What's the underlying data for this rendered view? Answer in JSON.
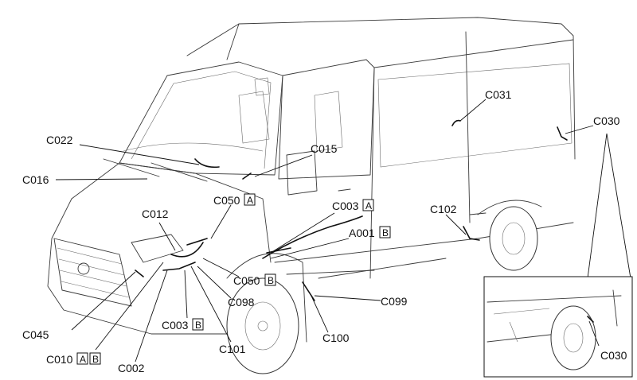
{
  "diagram": {
    "connectors": [
      {
        "id": "c022",
        "code": "C022",
        "boxes": []
      },
      {
        "id": "c015",
        "code": "C015",
        "boxes": []
      },
      {
        "id": "c016",
        "code": "C016",
        "boxes": []
      },
      {
        "id": "c050a",
        "code": "C050",
        "boxes": [
          "A"
        ]
      },
      {
        "id": "c003a",
        "code": "C003",
        "boxes": [
          "A"
        ]
      },
      {
        "id": "c012",
        "code": "C012",
        "boxes": []
      },
      {
        "id": "a001b",
        "code": "A001",
        "boxes": [
          "B"
        ]
      },
      {
        "id": "c102",
        "code": "C102",
        "boxes": []
      },
      {
        "id": "c031",
        "code": "C031",
        "boxes": []
      },
      {
        "id": "c030",
        "code": "C030",
        "boxes": []
      },
      {
        "id": "c050b",
        "code": "C050",
        "boxes": [
          "B"
        ]
      },
      {
        "id": "c098",
        "code": "C098",
        "boxes": []
      },
      {
        "id": "c099",
        "code": "C099",
        "boxes": []
      },
      {
        "id": "c003b",
        "code": "C003",
        "boxes": [
          "B"
        ]
      },
      {
        "id": "c045",
        "code": "C045",
        "boxes": []
      },
      {
        "id": "c010",
        "code": "C010",
        "boxes": [
          "A",
          "B"
        ]
      },
      {
        "id": "c101",
        "code": "C101",
        "boxes": []
      },
      {
        "id": "c100",
        "code": "C100",
        "boxes": []
      },
      {
        "id": "c002",
        "code": "C002",
        "boxes": []
      },
      {
        "id": "c030_inset",
        "code": "C030",
        "boxes": []
      }
    ]
  }
}
